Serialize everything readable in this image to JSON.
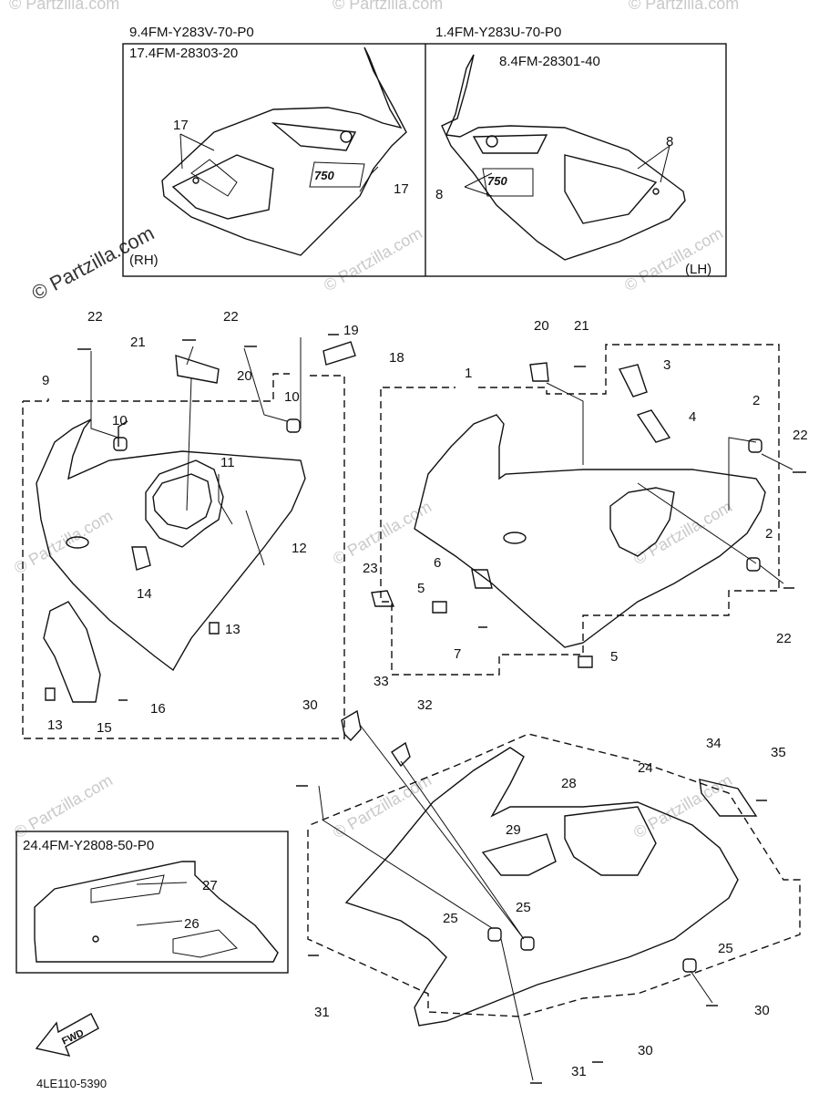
{
  "watermark": "© Partzilla.com",
  "inset_decals": {
    "rh": {
      "part_line_1": "9.4FM-Y283V-70-P0",
      "part_line_2": "17.4FM-28303-20",
      "side": "(RH)",
      "callout": "17"
    },
    "lh": {
      "part_line_1": "1.4FM-Y283U-70-P0",
      "part_line_2": "8.4FM-28301-40",
      "side": "(LH)",
      "callout": "8"
    }
  },
  "inset_under": {
    "part_line": "24.4FM-Y2808-50-P0",
    "callouts": [
      "27",
      "26"
    ]
  },
  "callouts": {
    "c1": "1",
    "c2": "2",
    "c3": "3",
    "c4": "4",
    "c5": "5",
    "c6": "6",
    "c7": "7",
    "c9": "9",
    "c10": "10",
    "c11": "11",
    "c12": "12",
    "c13": "13",
    "c14": "14",
    "c15": "15",
    "c16": "16",
    "c18": "18",
    "c19": "19",
    "c20": "20",
    "c21": "21",
    "c22": "22",
    "c23": "23",
    "c24": "24",
    "c25": "25",
    "c28": "28",
    "c29": "29",
    "c30": "30",
    "c31": "31",
    "c32": "32",
    "c33": "33",
    "c34": "34",
    "c35": "35"
  },
  "fwd_label": "FWD",
  "diagram_code": "4LE110-5390"
}
